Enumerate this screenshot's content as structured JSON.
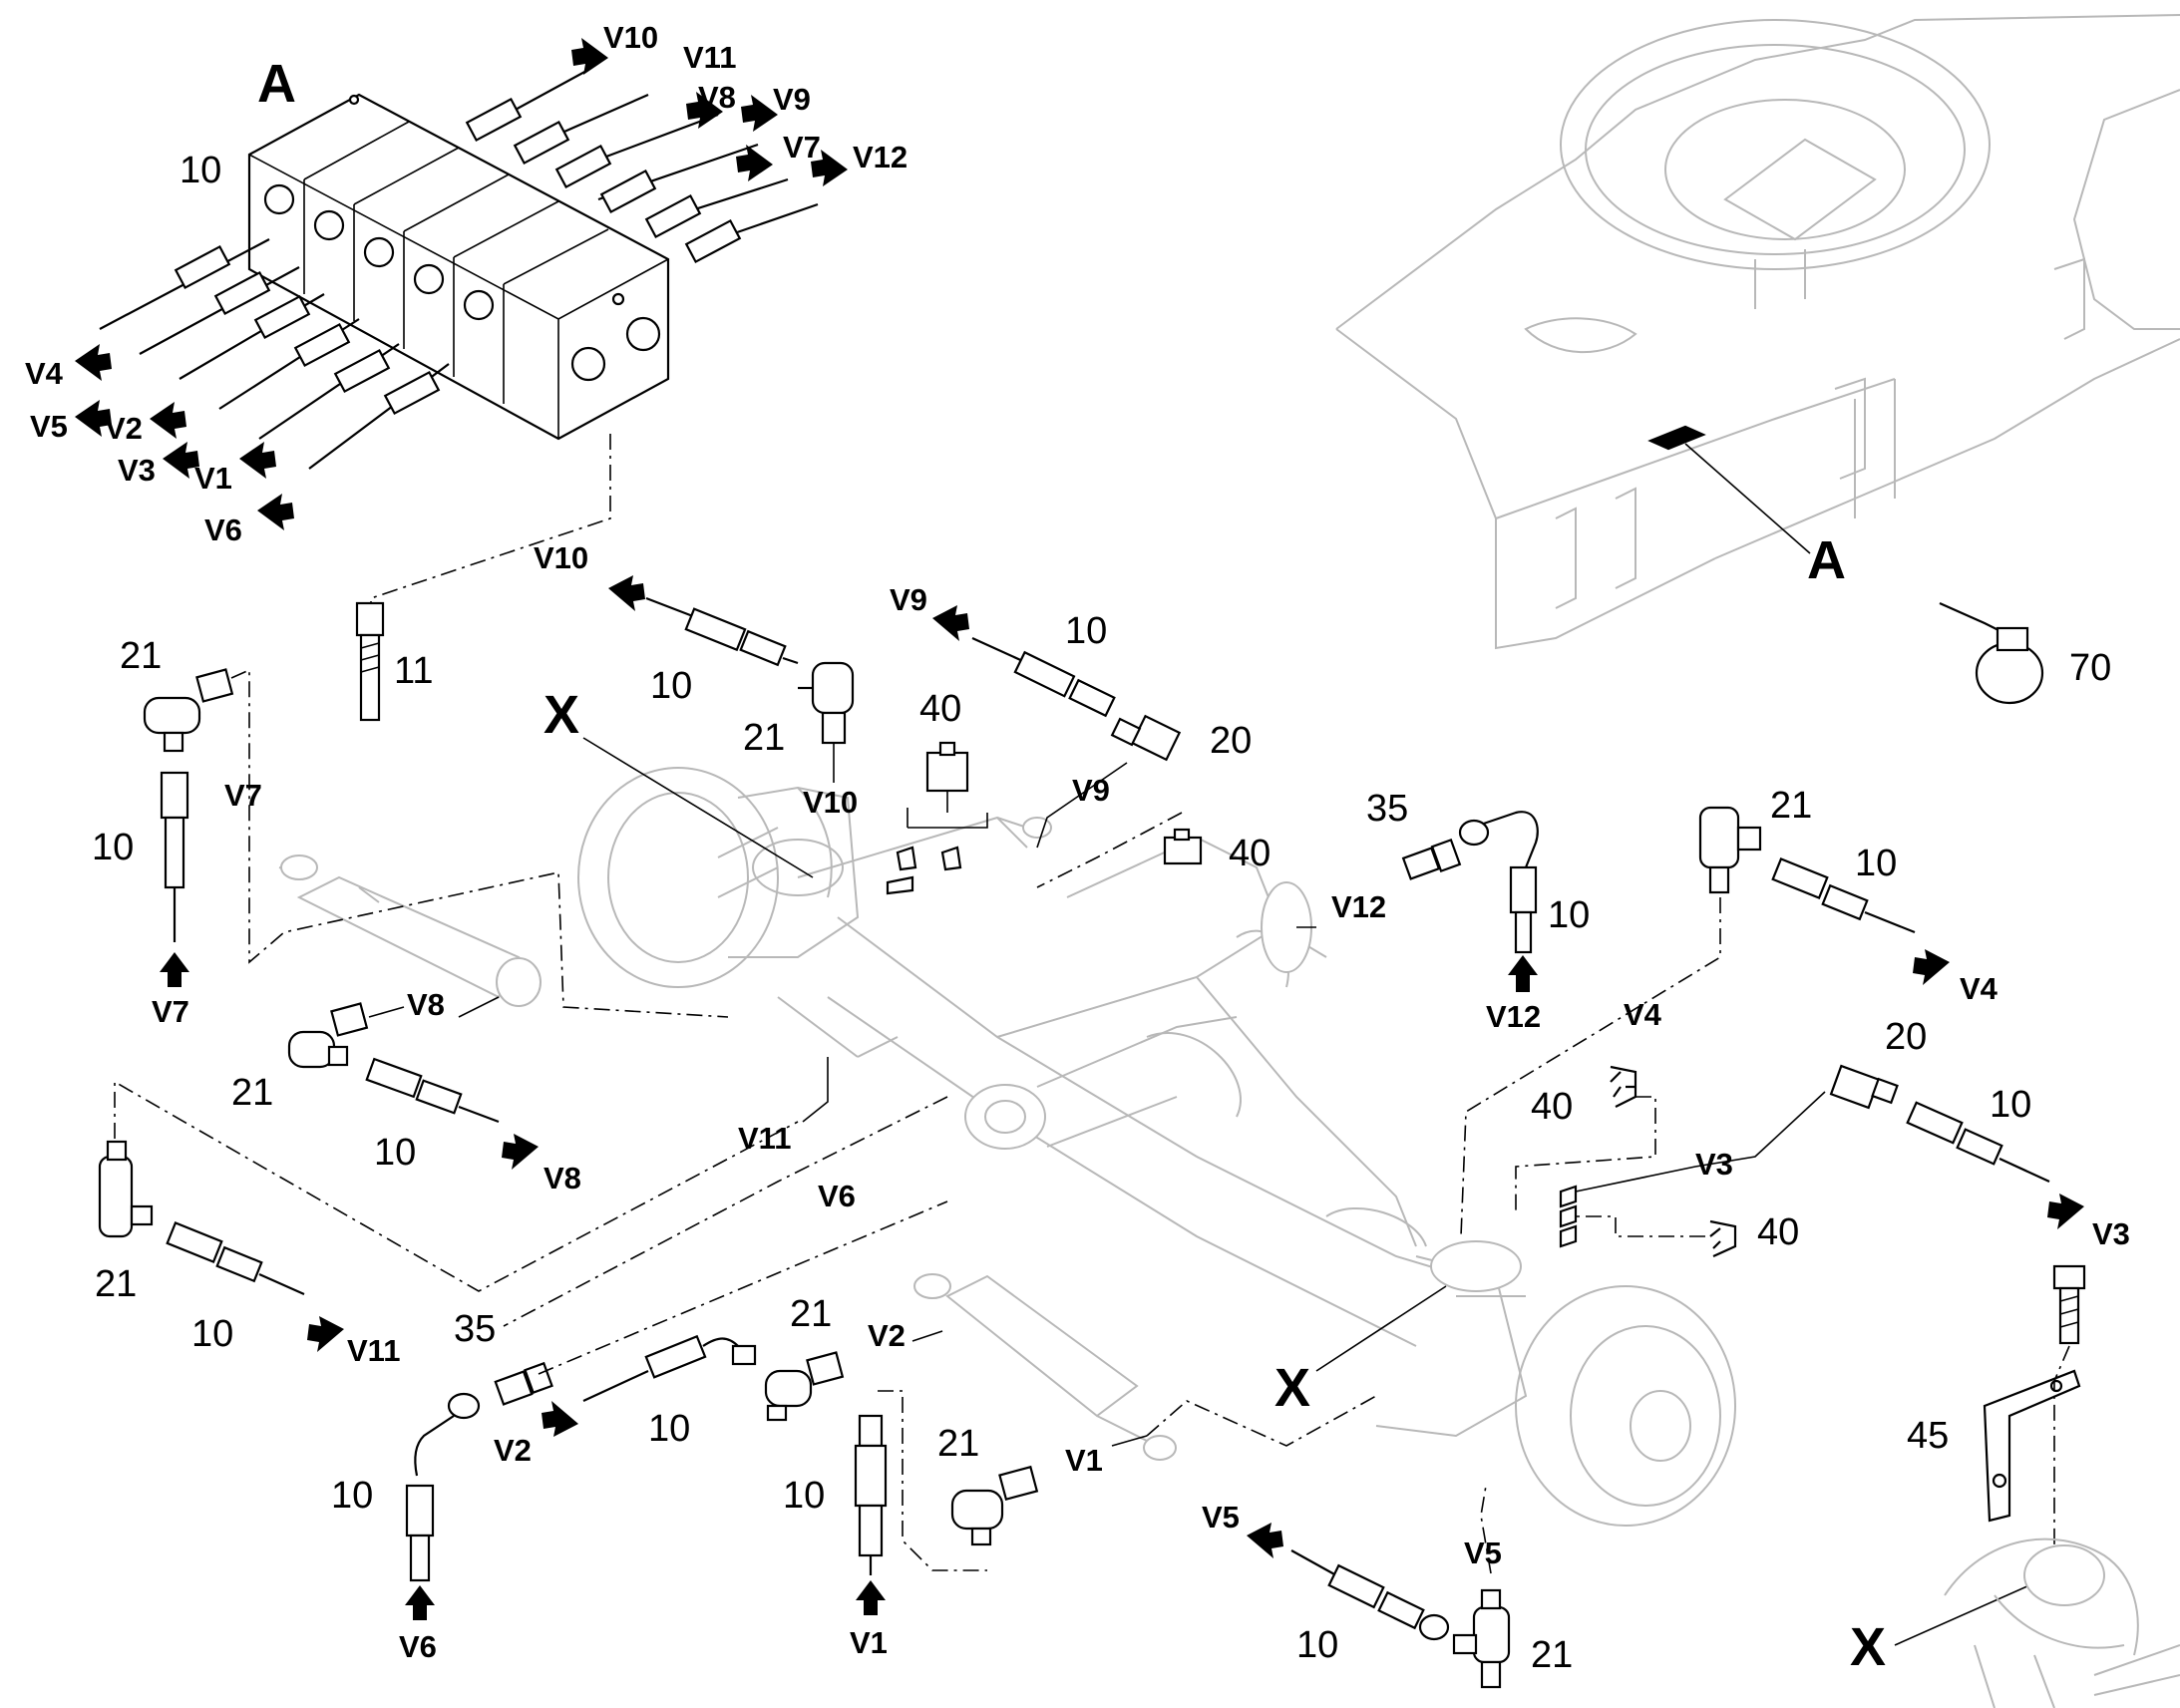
{
  "labels": {
    "detail_a": "A",
    "detail_a_pointer": "A",
    "datum_x": "X",
    "block_10": "10",
    "bolt_11": "11",
    "strap_70": "70",
    "bracket_45": "45",
    "clip_40_top": "40",
    "clip_40_mid": "40",
    "clip_40_right_a": "40",
    "clip_40_right_b": "40",
    "fit_20_v9": "20",
    "fit_20_v3": "20",
    "fit_35_v12": "35",
    "fit_35_v6": "35",
    "fit_21": "21",
    "pipe_10": "10"
  },
  "lines": {
    "v1": "V1",
    "v2": "V2",
    "v3": "V3",
    "v4": "V4",
    "v5": "V5",
    "v6": "V6",
    "v7": "V7",
    "v8": "V8",
    "v9": "V9",
    "v10": "V10",
    "v11": "V11",
    "v12": "V12"
  }
}
